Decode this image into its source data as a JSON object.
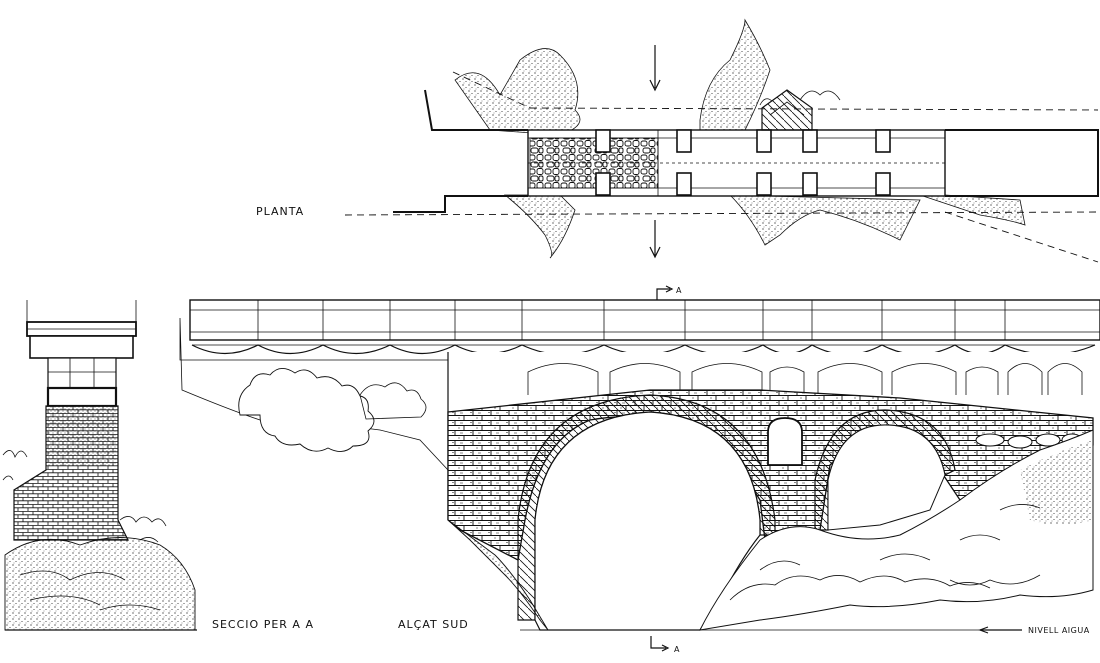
{
  "labels": {
    "plan": "PLANTA",
    "section": "SECCIO PER A A",
    "elevation": "ALÇAT SUD",
    "water_level": "NIVELL AIGUA",
    "section_mark_top": "A",
    "section_mark_bottom": "A"
  }
}
